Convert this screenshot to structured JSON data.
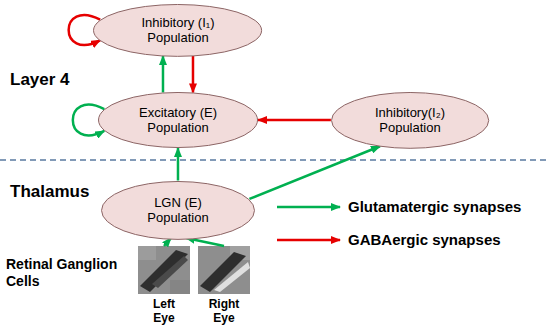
{
  "diagram": {
    "nodes": [
      {
        "text": [
          "Inhibitory (I₁) Population"
        ]
      },
      {
        "text": [
          "Excitatory (E) Population"
        ]
      },
      {
        "text": [
          "Inhibitory(I₂) Population"
        ]
      },
      {
        "text": [
          "LGN (E) Population"
        ]
      }
    ],
    "edges": [
      {
        "from": 0,
        "to": 0,
        "arrow": "to"
      },
      {
        "from": 1,
        "to": 1,
        "arrow": "to"
      },
      {
        "from": 1,
        "to": 0,
        "arrow": "to"
      },
      {
        "from": 0,
        "to": 1,
        "arrow": "to"
      },
      {
        "from": 2,
        "to": 1,
        "arrow": "to"
      },
      {
        "from": 3,
        "to": 1,
        "arrow": "to"
      },
      {
        "from": 3,
        "to": 2,
        "arrow": "to"
      }
    ],
    "labels": [
      "Layer 4",
      "Thalamus",
      "Retinal Ganglion Cells",
      "Left Eye",
      "Right Eye"
    ],
    "legend": [
      {
        "text": "Glutamatergic synapses"
      },
      {
        "text": "GABAergic synapses"
      }
    ]
  }
}
